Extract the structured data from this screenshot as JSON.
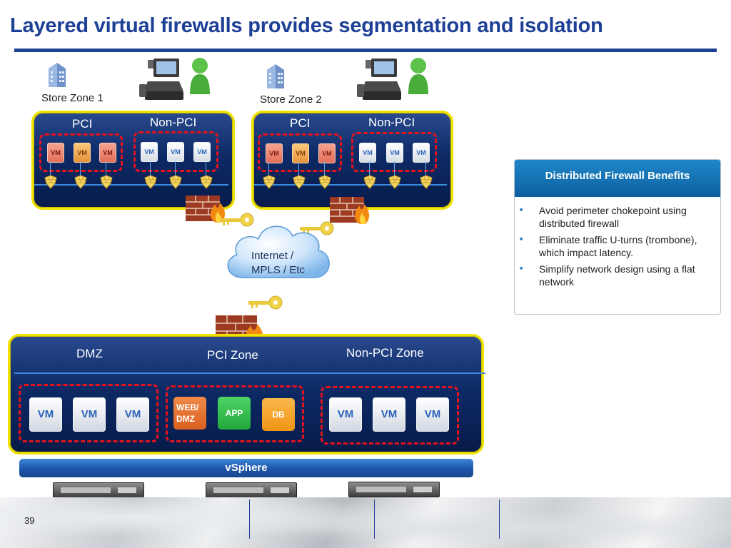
{
  "slide": {
    "title": "Layered virtual firewalls provides segmentation and isolation",
    "page_number": "39"
  },
  "store_zones": [
    {
      "label": "Store Zone 1",
      "pci_label": "PCI",
      "nonpci_label": "Non-PCI",
      "pci_vms": [
        "VM",
        "VM",
        "VM"
      ],
      "nonpci_vms": [
        "VM",
        "VM",
        "VM"
      ]
    },
    {
      "label": "Store Zone 2",
      "pci_label": "PCI",
      "nonpci_label": "Non-PCI",
      "pci_vms": [
        "VM",
        "VM",
        "VM"
      ],
      "nonpci_vms": [
        "VM",
        "VM",
        "VM"
      ]
    }
  ],
  "cloud": {
    "line1": "Internet /",
    "line2": "MPLS / Etc"
  },
  "datacenter": {
    "dmz_label": "DMZ",
    "pci_zone_label": "PCI Zone",
    "nonpci_zone_label": "Non-PCI Zone",
    "dmz_vms": [
      "VM",
      "VM",
      "VM"
    ],
    "pci_apps": [
      "WEB/\nDMZ",
      "APP",
      "DB"
    ],
    "nonpci_vms": [
      "VM",
      "VM",
      "VM"
    ]
  },
  "vsphere_label": "vSphere",
  "benefits": {
    "title": "Distributed Firewall Benefits",
    "items": [
      "Avoid perimeter chokepoint using distributed firewall",
      "Eliminate traffic U-turns (trombone), which impact latency.",
      "Simplify network design using a flat network"
    ]
  },
  "colors": {
    "title_blue": "#1d3f96",
    "panel_border": "#f0e200",
    "group_border": "#e8121c",
    "header_blue": "#1e87c9"
  }
}
